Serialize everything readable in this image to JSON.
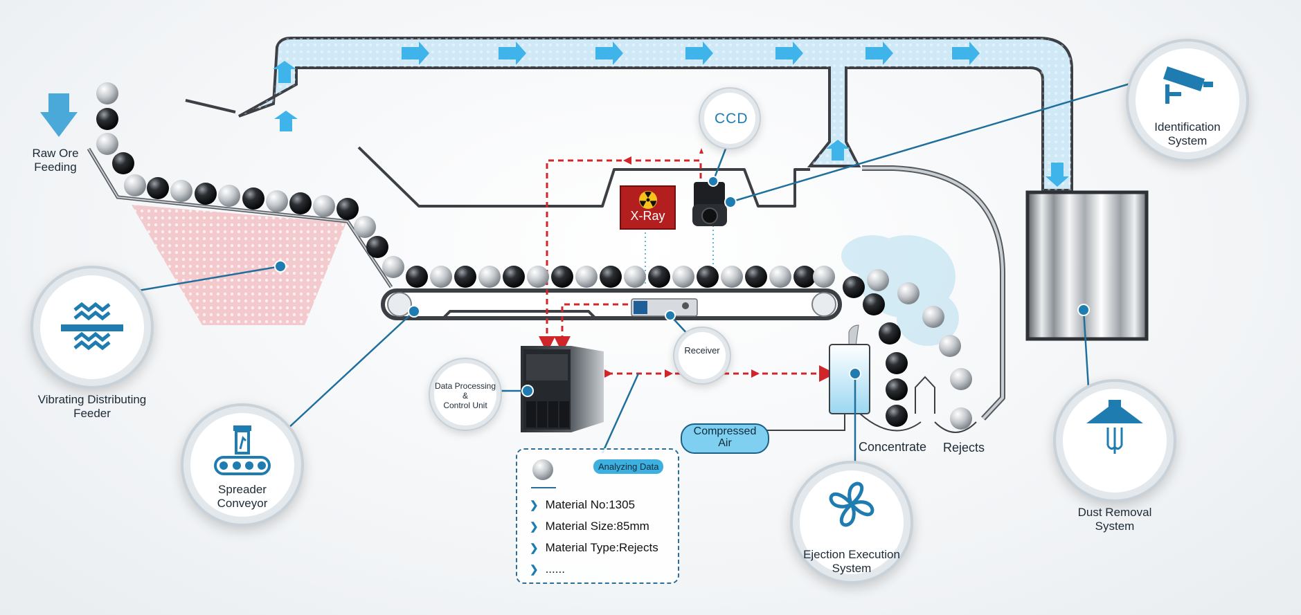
{
  "labels": {
    "raw_ore_feeding": "Raw Ore\nFeeding",
    "vibrating_feeder": "Vibrating Distributing\nFeeder",
    "spreader_conveyor": "Spreader\nConveyor",
    "data_processing": "Data Processing\n&\nControl Unit",
    "receiver": "Receiver",
    "ccd": "CCD",
    "xray": "X-Ray",
    "identification_system": "Identification\nSystem",
    "compressed_air": "Compressed\nAir",
    "concentrate": "Concentrate",
    "rejects": "Rejects",
    "ejection_system": "Ejection Execution\nSystem",
    "dust_removal": "Dust Removal\nSystem"
  },
  "info_panel": {
    "tag": "Analyzing Data",
    "items": [
      "Material No:1305",
      "Material Size:85mm",
      "Material Type:Rejects",
      "......"
    ]
  },
  "colors": {
    "accent_blue": "#1f7cb0",
    "duct_blue": "#cfe9f7",
    "signal_red": "#d0262a",
    "dark_steel": "#3c3f44"
  },
  "icons": {
    "vibrating_feeder": "vibration-icon",
    "spreader_conveyor": "conveyor-icon",
    "identification": "camera-icon",
    "ejection": "fan-icon",
    "dust_removal": "hood-icon",
    "xray": "radiation-icon"
  }
}
